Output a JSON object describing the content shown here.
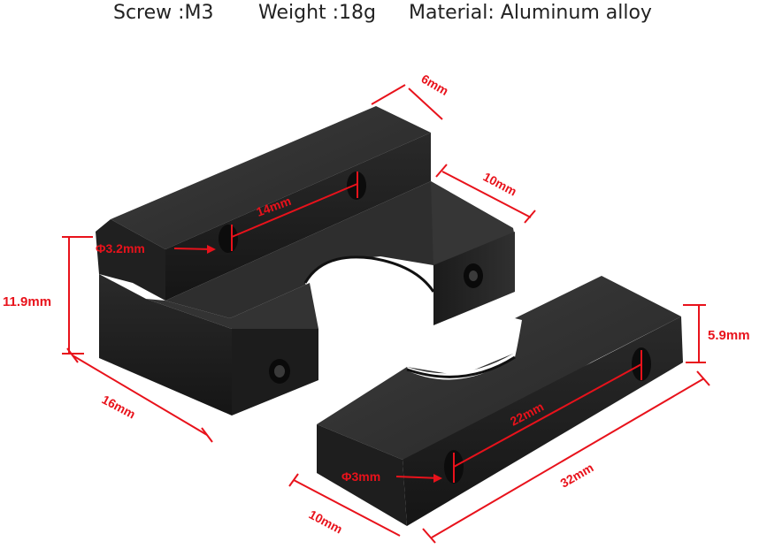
{
  "specs": {
    "screw": "Screw :M3",
    "weight": "Weight :18g",
    "material": "Material: Aluminum alloy"
  },
  "dimensions": {
    "height_left": "11.9mm",
    "depth_left": "16mm",
    "top_thickness": "6mm",
    "right_step_width": "10mm",
    "hole_spacing_top": "14mm",
    "hole_diameter_top": "Φ3.2mm",
    "clamp_height": "5.9mm",
    "hole_spacing_clamp": "22mm",
    "hole_diameter_clamp": "Φ3mm",
    "clamp_length": "32mm",
    "clamp_width": "10mm"
  },
  "colors": {
    "annotation": "#e8121b",
    "metal_dark": "#1a1a1a",
    "metal_mid": "#2c2c2c",
    "metal_light": "#3a3a3a"
  }
}
